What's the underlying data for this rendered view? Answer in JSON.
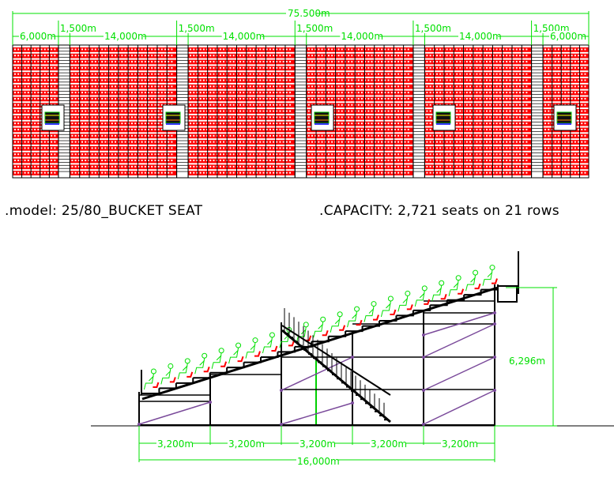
{
  "plan": {
    "total_dim": "75.500m",
    "segments": [
      {
        "label": "6,000m",
        "meters": 6,
        "type": "seats"
      },
      {
        "label": "1,500m",
        "meters": 1.5,
        "type": "aisle"
      },
      {
        "label": "14,000m",
        "meters": 14,
        "type": "seats"
      },
      {
        "label": "1,500m",
        "meters": 1.5,
        "type": "aisle"
      },
      {
        "label": "14,000m",
        "meters": 14,
        "type": "seats"
      },
      {
        "label": "1,500m",
        "meters": 1.5,
        "type": "aisle"
      },
      {
        "label": "14,000m",
        "meters": 14,
        "type": "seats"
      },
      {
        "label": "1,500m",
        "meters": 1.5,
        "type": "aisle"
      },
      {
        "label": "14,000m",
        "meters": 14,
        "type": "seats"
      },
      {
        "label": "1,500m",
        "meters": 1.5,
        "type": "aisle"
      },
      {
        "label": "6,000m",
        "meters": 6,
        "type": "seats"
      }
    ]
  },
  "info": {
    "model": ".model: 25/80_BUCKET SEAT",
    "capacity": ".CAPACITY: 2,721 seats on 21 rows"
  },
  "section": {
    "bays": [
      "3,200m",
      "3,200m",
      "3,200m",
      "3,200m",
      "3,200m"
    ],
    "total_depth": "16,000m",
    "height": "6,296m",
    "rows": 21
  },
  "colors": {
    "dimension": "#00e000",
    "seat": "#ff0000",
    "brace": "#7a4a9a",
    "structure": "#000000"
  }
}
